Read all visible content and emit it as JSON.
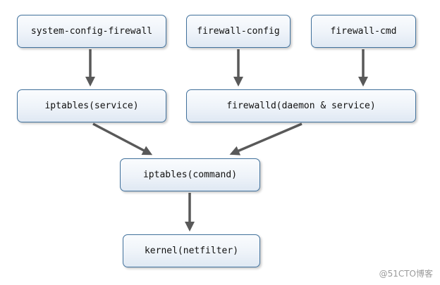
{
  "nodes": {
    "system_config_firewall": "system-config-firewall",
    "firewall_config": "firewall-config",
    "firewall_cmd": "firewall-cmd",
    "iptables_service": "iptables(service)",
    "firewalld": "firewalld(daemon & service)",
    "iptables_command": "iptables(command)",
    "kernel": "kernel(netfilter)"
  },
  "watermark": "@51CTO博客",
  "colors": {
    "node_border": "#41719c",
    "node_fill_top": "#fafcfe",
    "node_fill_bottom": "#dfe8f3",
    "arrow": "#595959"
  }
}
